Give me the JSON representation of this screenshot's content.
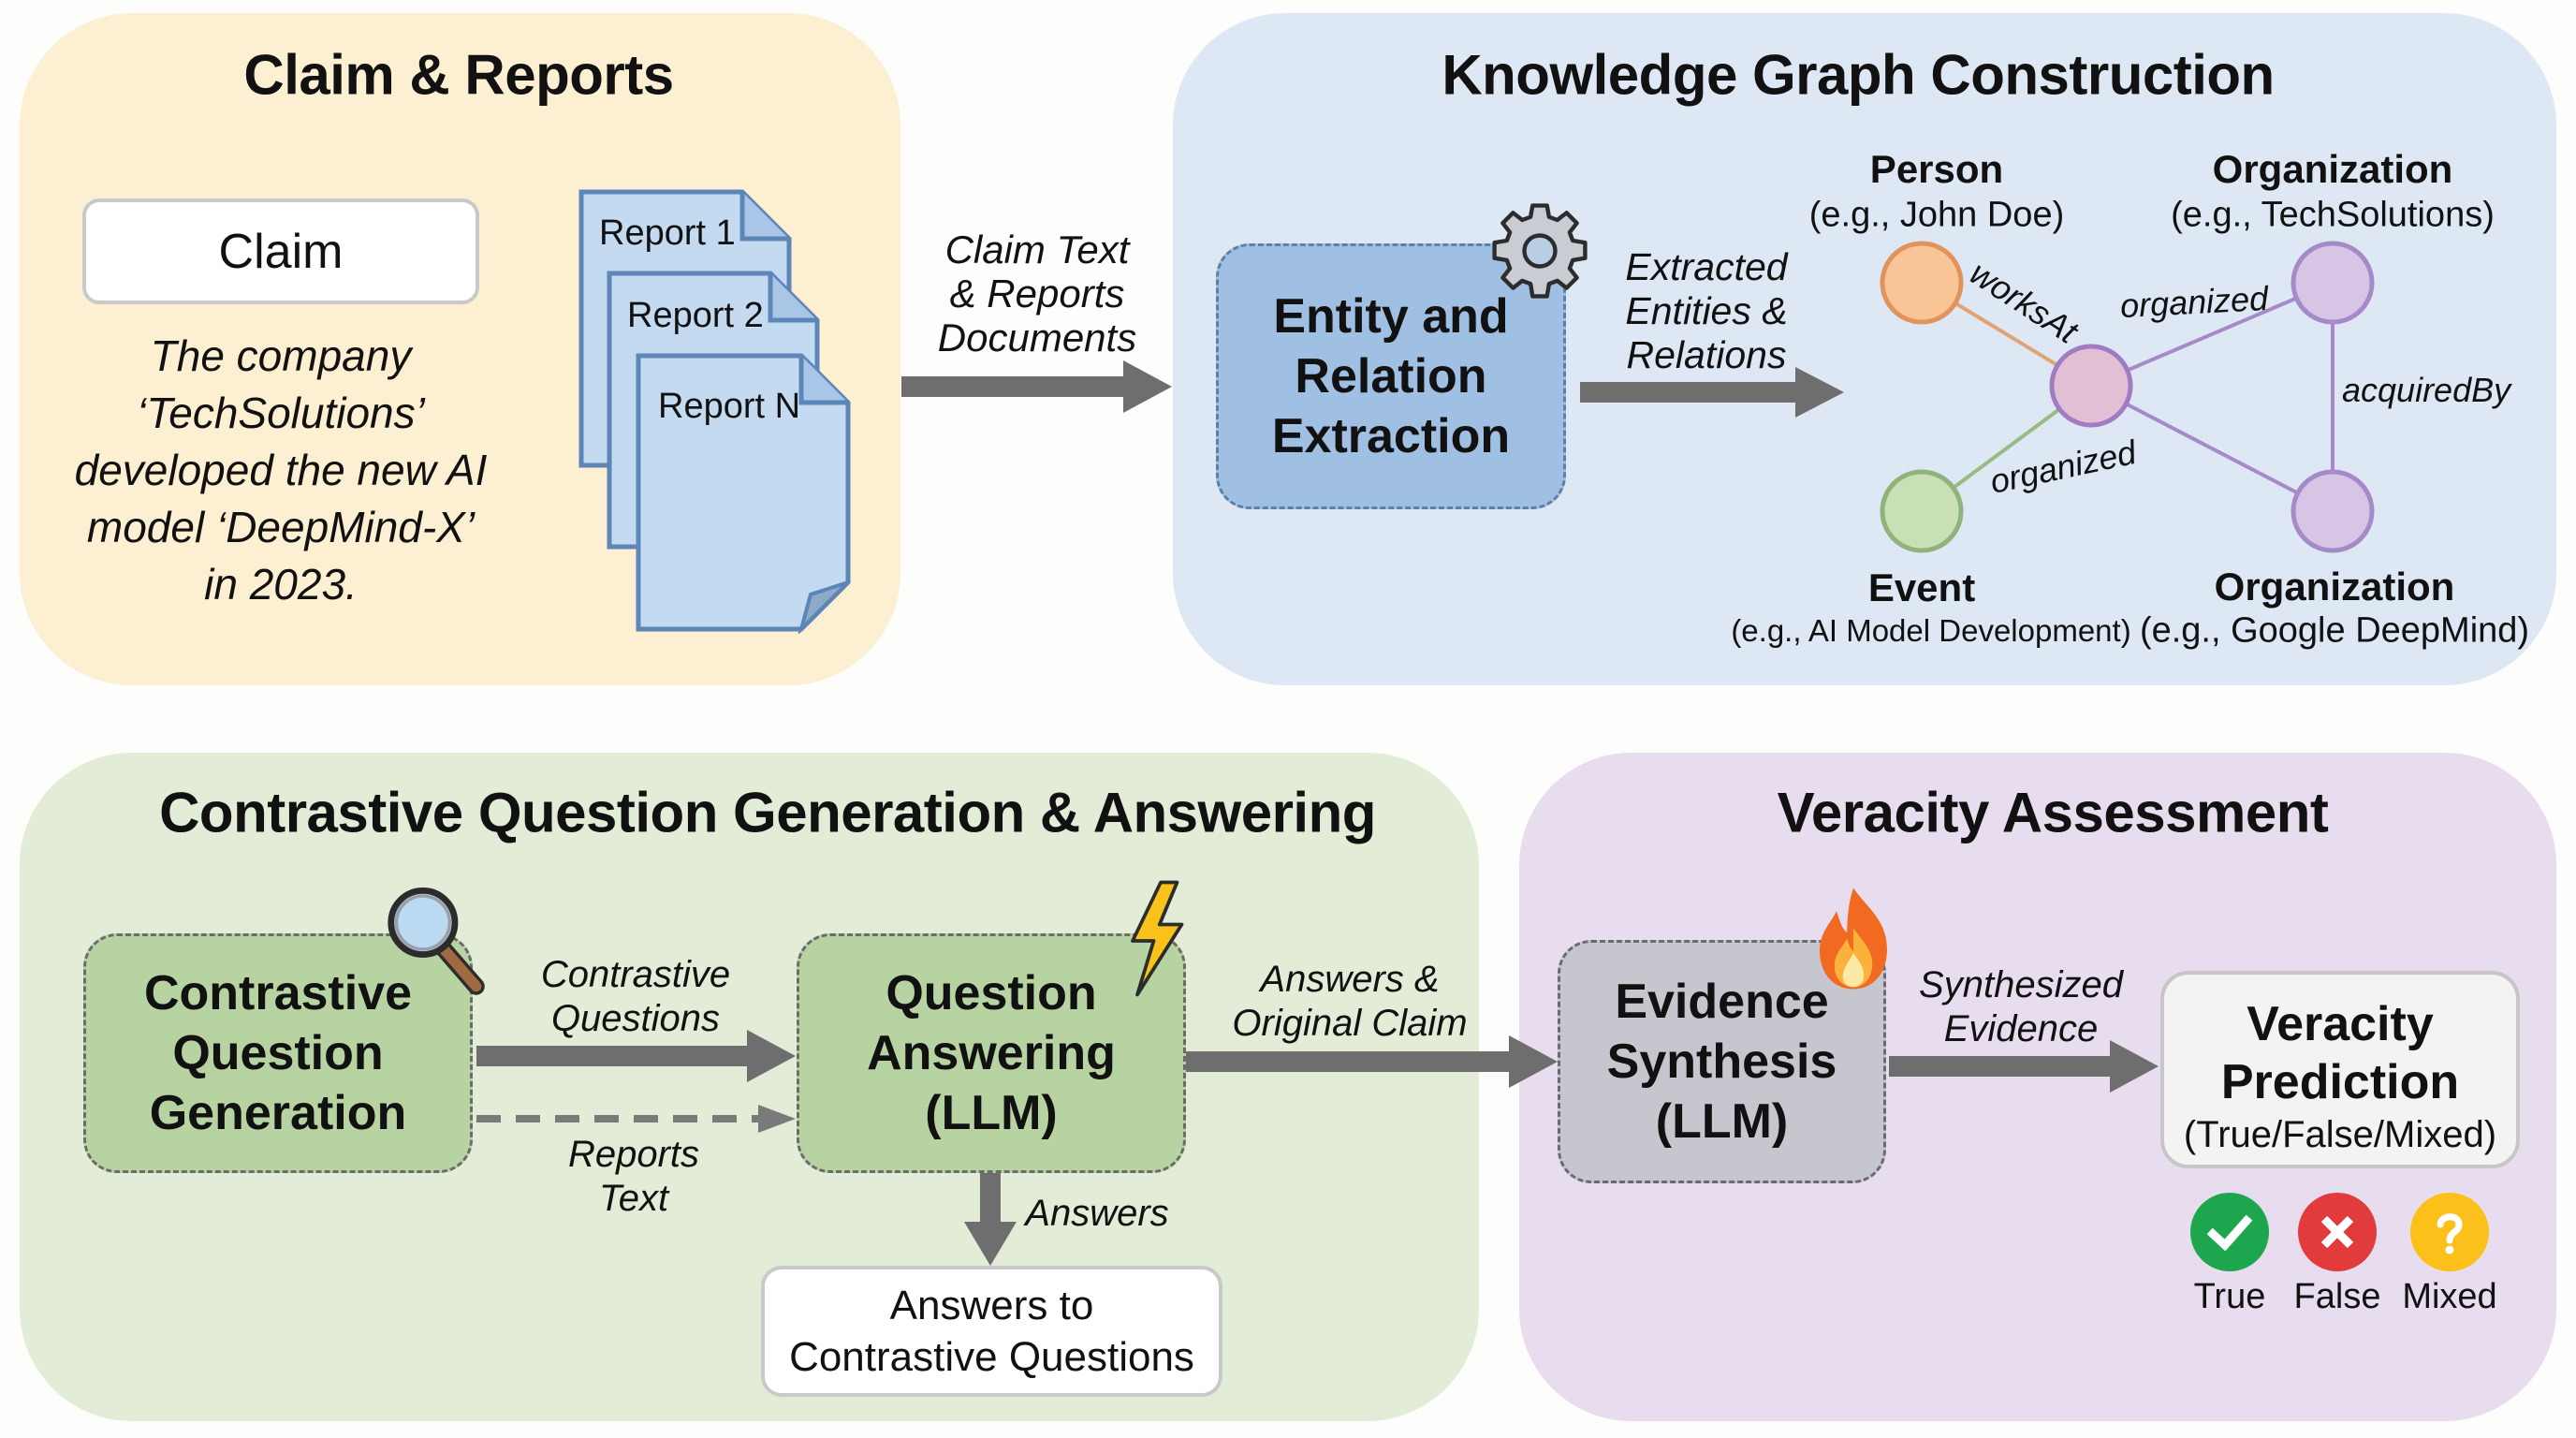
{
  "panels": {
    "claim_reports": {
      "title": "Claim & Reports",
      "claim_label": "Claim",
      "claim_text": [
        "The company",
        "‘TechSolutions’",
        "developed the new AI",
        "model ‘DeepMind-X’",
        "in 2023."
      ],
      "reports": [
        "Report 1",
        "Report 2",
        "Report N"
      ]
    },
    "knowledge_graph": {
      "title": "Knowledge Graph Construction",
      "process_label": [
        "Entity and",
        "Relation",
        "Extraction"
      ],
      "arrow_label": [
        "Extracted",
        "Entities &",
        "Relations"
      ],
      "nodes": [
        {
          "type": "Person",
          "example": "(e.g., John Doe)",
          "color": "#f9c496"
        },
        {
          "type": "Organization",
          "example": "(e.g., TechSolutions)",
          "color": "#d7c5e6"
        },
        {
          "type": "Event",
          "example": "(e.g., AI Model Development)",
          "color": "#c9dfb6"
        },
        {
          "type": "Organization",
          "example": "(e.g., Google DeepMind)",
          "color": "#d7c5e6"
        }
      ],
      "center_node_color": "#e3bfd6",
      "edges": {
        "works_at": "worksAt",
        "organized_top": "organized",
        "acquired_by": "acquiredBy",
        "organized_bottom": "organized"
      }
    },
    "contrastive_qa": {
      "title": "Contrastive Question Generation & Answering",
      "generation_label": [
        "Contrastive",
        "Question",
        "Generation"
      ],
      "answering_label": [
        "Question",
        "Answering",
        "(LLM)"
      ],
      "arrow_questions": [
        "Contrastive",
        "Questions"
      ],
      "arrow_reports": [
        "Reports",
        "Text"
      ],
      "arrow_answers": "Answers",
      "answers_box": [
        "Answers to",
        "Contrastive Questions"
      ]
    },
    "veracity": {
      "title": "Veracity Assessment",
      "synthesis_label": [
        "Evidence",
        "Synthesis",
        "(LLM)"
      ],
      "arrow_label": [
        "Synthesized",
        "Evidence"
      ],
      "prediction_title": [
        "Veracity",
        "Prediction"
      ],
      "prediction_sub": "(True/False/Mixed)",
      "verdicts": [
        {
          "label": "True",
          "icon": "check-icon",
          "color": "#1ea64f"
        },
        {
          "label": "False",
          "icon": "x-icon",
          "color": "#e23b3b"
        },
        {
          "label": "Mixed",
          "icon": "question-icon",
          "color": "#fbc01a"
        }
      ]
    }
  },
  "connectors": {
    "claim_to_kg": [
      "Claim Text",
      "& Reports",
      "Documents"
    ],
    "qa_to_veracity": [
      "Answers &",
      "Original Claim"
    ]
  },
  "colors": {
    "arrow": "#6e6e6e",
    "panel_yellow": "#fcefd2",
    "panel_blue": "#dde8f4",
    "panel_green": "#e2ecd7",
    "panel_purple": "#e8ddef"
  }
}
